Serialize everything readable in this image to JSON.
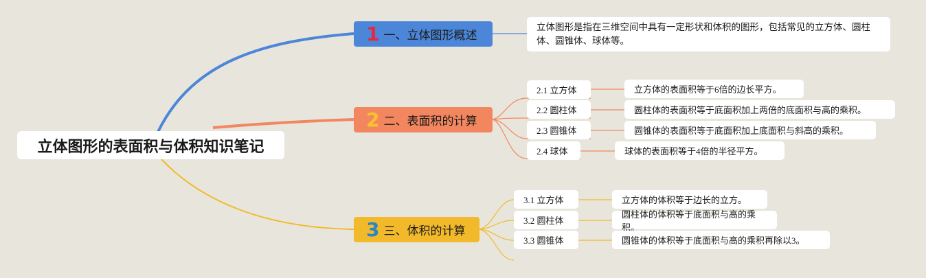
{
  "root": {
    "title": "立体图形的表面积与体积知识笔记"
  },
  "branches": [
    {
      "number": "1",
      "label": "一、立体图形概述",
      "color": "#4c86d8",
      "description": "立体图形是指在三维空间中具有一定形状和体积的图形，包括常见的立方体、圆柱体、圆锥体、球体等。"
    },
    {
      "number": "2",
      "label": "二、表面积的计算",
      "color": "#f2875f",
      "items": [
        {
          "label": "2.1 立方体",
          "detail": "立方体的表面积等于6倍的边长平方。"
        },
        {
          "label": "2.2 圆柱体",
          "detail": "圆柱体的表面积等于底面积加上两倍的底面积与高的乘积。"
        },
        {
          "label": "2.3 圆锥体",
          "detail": "圆锥体的表面积等于底面积加上底面积与斜高的乘积。"
        },
        {
          "label": "2.4 球体",
          "detail": "球体的表面积等于4倍的半径平方。"
        }
      ]
    },
    {
      "number": "3",
      "label": "三、体积的计算",
      "color": "#f2ba2b",
      "items": [
        {
          "label": "3.1 立方体",
          "detail": "立方体的体积等于边长的立方。"
        },
        {
          "label": "3.2 圆柱体",
          "detail": "圆柱体的体积等于底面积与高的乘积。"
        },
        {
          "label": "3.3 圆锥体",
          "detail": "圆锥体的体积等于底面积与高的乘积再除以3。"
        }
      ]
    }
  ]
}
